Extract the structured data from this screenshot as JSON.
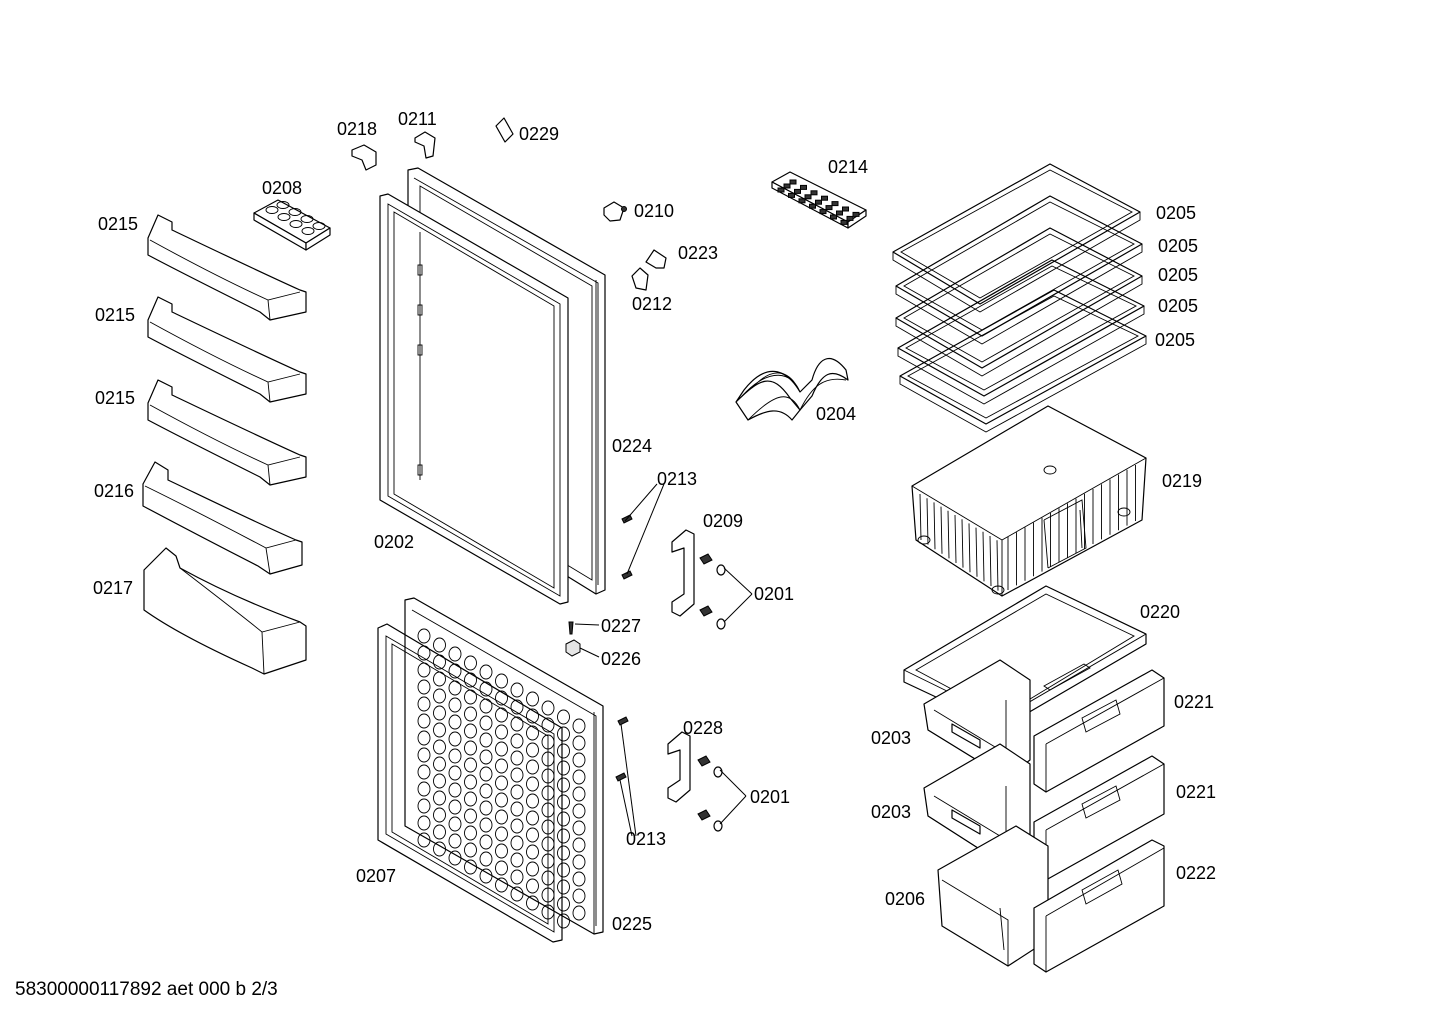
{
  "footer": "58300000117892 aet 000 b 2/3",
  "labels": {
    "p0201a": "0201",
    "p0201b": "0201",
    "p0202": "0202",
    "p0203a": "0203",
    "p0203b": "0203",
    "p0204": "0204",
    "p0205a": "0205",
    "p0205b": "0205",
    "p0205c": "0205",
    "p0205d": "0205",
    "p0205e": "0205",
    "p0206": "0206",
    "p0207": "0207",
    "p0208": "0208",
    "p0209": "0209",
    "p0210": "0210",
    "p0211": "0211",
    "p0212": "0212",
    "p0213a": "0213",
    "p0213b": "0213",
    "p0214": "0214",
    "p0215a": "0215",
    "p0215b": "0215",
    "p0215c": "0215",
    "p0216": "0216",
    "p0217": "0217",
    "p0218": "0218",
    "p0219": "0219",
    "p0220": "0220",
    "p0221a": "0221",
    "p0221b": "0221",
    "p0222": "0222",
    "p0223": "0223",
    "p0224": "0224",
    "p0225": "0225",
    "p0226": "0226",
    "p0227": "0227",
    "p0228": "0228",
    "p0229": "0229"
  }
}
